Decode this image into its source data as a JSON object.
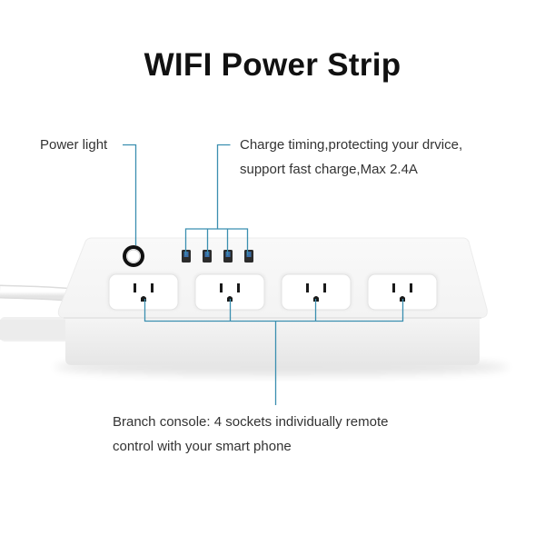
{
  "title": "WIFI Power Strip",
  "callouts": {
    "power_light": "Power light",
    "charge_line1": "Charge timing,protecting your drvice,",
    "charge_line2": "support fast charge,Max 2.4A",
    "branch_line1": "Branch console: 4 sockets individually remote",
    "branch_line2": "control with your smart phone"
  },
  "colors": {
    "leader_line": "#3b8fb0",
    "strip_body": "#f7f7f7",
    "outlet_face": "#ffffff",
    "usb_port": "#2c2c2c",
    "usb_tongue": "#3a6ea8",
    "text": "#333333"
  },
  "icons": {
    "power_button": "power-light-ring",
    "usb": "usb-port",
    "outlet": "us-socket"
  }
}
